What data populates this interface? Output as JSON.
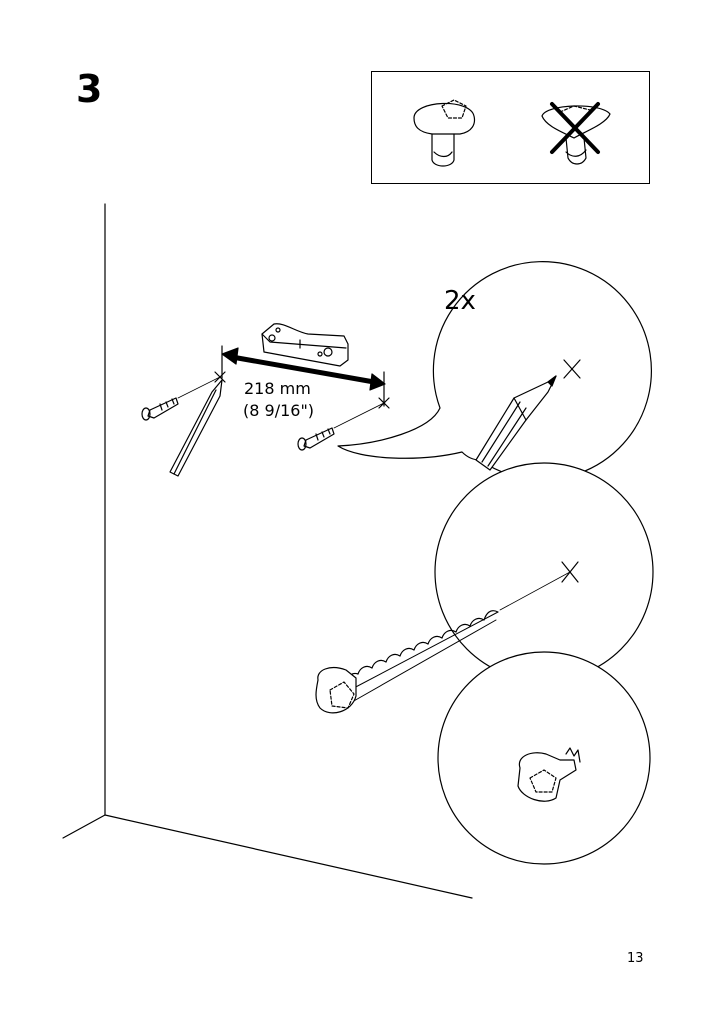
{
  "step": {
    "number": "3"
  },
  "page": {
    "number": "13"
  },
  "dimension": {
    "metric": "218 mm",
    "imperial": "(8 9/16\")"
  },
  "detail": {
    "quantity": "2x"
  },
  "icons": {
    "correct": "plug-head-icon",
    "wrong": "countersunk-head-crossed-icon"
  }
}
